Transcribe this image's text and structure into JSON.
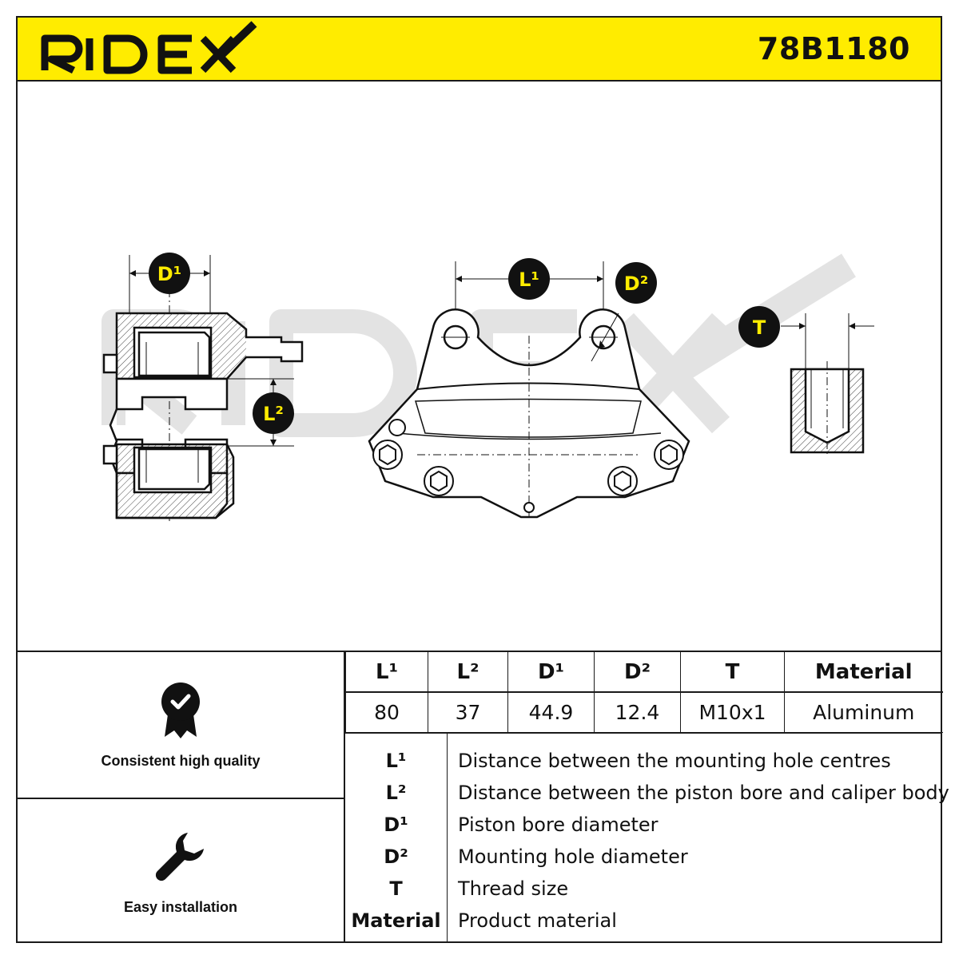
{
  "header": {
    "brand": "RIDEX",
    "part_number": "78B1180",
    "accent_color": "#ffec00"
  },
  "drawing": {
    "watermark": "RIDEX",
    "dimension_markers": {
      "d1": "D¹",
      "l1": "L¹",
      "d2": "D²",
      "l2": "L²",
      "t": "T"
    }
  },
  "features": [
    {
      "icon": "quality-badge-icon",
      "label": "Consistent high quality"
    },
    {
      "icon": "wrench-icon",
      "label": "Easy installation"
    }
  ],
  "spec_table": {
    "headers": [
      "L¹",
      "L²",
      "D¹",
      "D²",
      "T",
      "Material"
    ],
    "values": [
      "80",
      "37",
      "44.9",
      "12.4",
      "M10x1",
      "Aluminum"
    ]
  },
  "legend": [
    {
      "key": "L¹",
      "desc": "Distance between the mounting hole centres"
    },
    {
      "key": "L²",
      "desc": "Distance between the piston bore and caliper body"
    },
    {
      "key": "D¹",
      "desc": "Piston bore diameter"
    },
    {
      "key": "D²",
      "desc": "Mounting hole diameter"
    },
    {
      "key": "T",
      "desc": "Thread size"
    },
    {
      "key": "Material",
      "desc": "Product material"
    }
  ]
}
